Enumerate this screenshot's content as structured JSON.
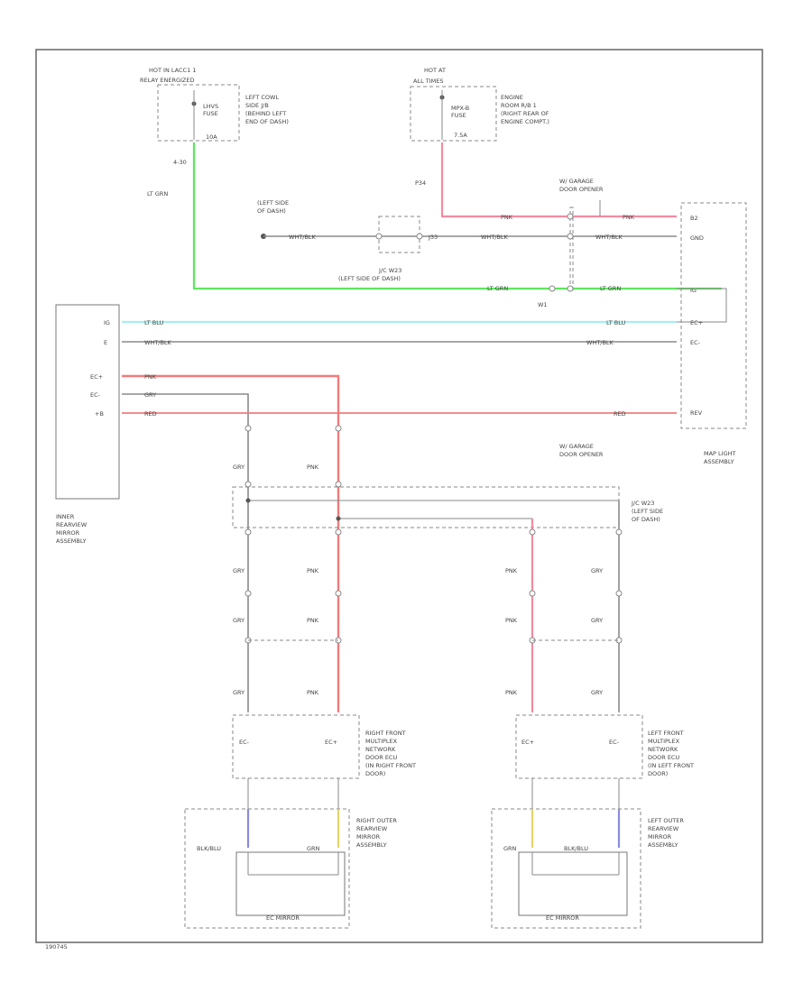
{
  "colors": {
    "pink": "#f28ba0",
    "green": "#5ee65e",
    "cyan": "#a6f0f0",
    "salmon": "#f27b7b",
    "gray_wire": "#8a8a8a",
    "blue": "#8a8ae0",
    "yellow": "#e6d36b"
  },
  "fuses": {
    "left": {
      "hot_label": "HOT IN LACC1 1",
      "relay_label": "RELAY ENERGIZED",
      "fuse_name": "LHVS\nFUSE",
      "fuse_amp": "10A",
      "location": "LEFT COWL\nSIDE J/B\n(BEHIND LEFT\nEND OF DASH)",
      "pin": "4-30"
    },
    "right": {
      "hot_label": "HOT AT",
      "hot_label2": "ALL TIMES",
      "fuse_name": "MPX-B\nFUSE",
      "fuse_amp": "7.5A",
      "location": "ENGINE\nROOM R/B 1\n(RIGHT REAR OF\nENGINE COMPT.)",
      "pin": "P34"
    }
  },
  "wire_labels": {
    "lt_grn": "LT GRN",
    "pnk": "PNK",
    "wht_blk": "WHT/BLK",
    "lt_blu": "LT BLU",
    "red": "RED",
    "gry": "GRY",
    "blk_blu": "BLK/BLU",
    "grn": "GRN"
  },
  "labels": {
    "ground_location": "(LEFT SIDE\nOF DASH)",
    "jc_top": "J/C W23\n(LEFT SIDE OF DASH)",
    "jc_mid": "J/C W23\n(LEFT SIDE\nOF DASH)",
    "garage_top": "W/ GARAGE\nDOOR OPENER",
    "garage_bottom": "W/ GARAGE\nDOOR OPENER",
    "map_light": "MAP LIGHT\nASSEMBLY",
    "inner_mirror": "INNER\nREARVIEW\nMIRROR\nASSEMBLY",
    "right_ecu": "RIGHT FRONT\nMULTIPLEX\nNETWORK\nDOOR ECU\n(IN RIGHT FRONT\nDOOR)",
    "left_ecu": "LEFT FRONT\nMULTIPLEX\nNETWORK\nDOOR ECU\n(IN LEFT FRONT\nDOOR)",
    "right_mirror": "RIGHT OUTER\nREARVIEW\nMIRROR\nASSEMBLY",
    "left_mirror": "LEFT OUTER\nREARVIEW\nMIRROR\nASSEMBLY",
    "ec_mirror": "EC MIRROR",
    "ec_pin": "EC-",
    "ec_plus": "EC+",
    "footer_code": "190745"
  }
}
